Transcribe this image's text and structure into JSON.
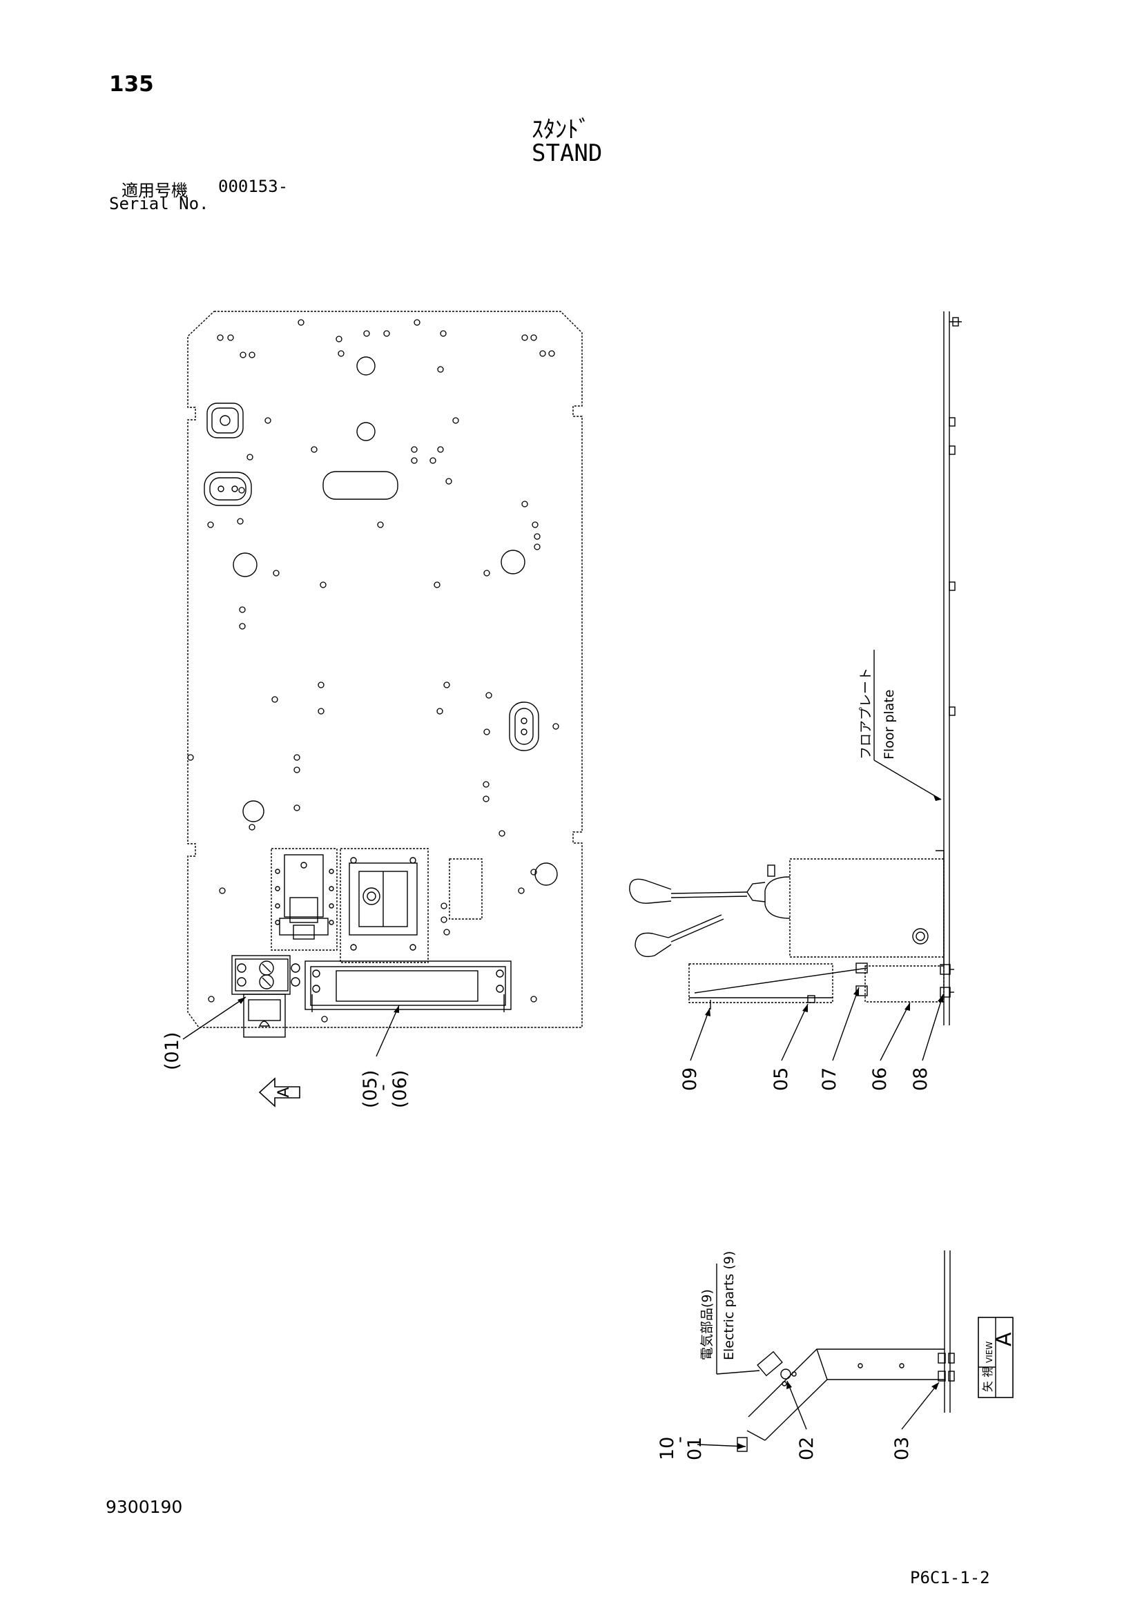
{
  "header": {
    "page_number": "135",
    "title_jp": "ｽﾀﾝﾄﾞ",
    "title_en": "STAND",
    "serial_label_jp": "適用号機",
    "serial_value": "000153-",
    "serial_label_en": "Serial No."
  },
  "labels": {
    "floor_plate_jp": "フロアプレート",
    "floor_plate_en": "Floor plate",
    "electric_parts_jp": "電気部品(9)",
    "electric_parts_en": "Electric parts (9)",
    "view_marker": "A",
    "view_jp": "矢 視",
    "view_en": "VIEW",
    "view_letter": "A"
  },
  "callouts": {
    "plan_01": "(01)",
    "plan_05": "(05)",
    "plan_dash": "-",
    "plan_06": "(06)",
    "side_09": "09",
    "side_05": "05",
    "side_07": "07",
    "side_06": "06",
    "side_08": "08",
    "view_10": "10",
    "view_dash": "-",
    "view_01": "01",
    "view_02": "02",
    "view_03": "03"
  },
  "footer": {
    "doc_number": "9300190",
    "page_code": "P6C1-1-2"
  }
}
